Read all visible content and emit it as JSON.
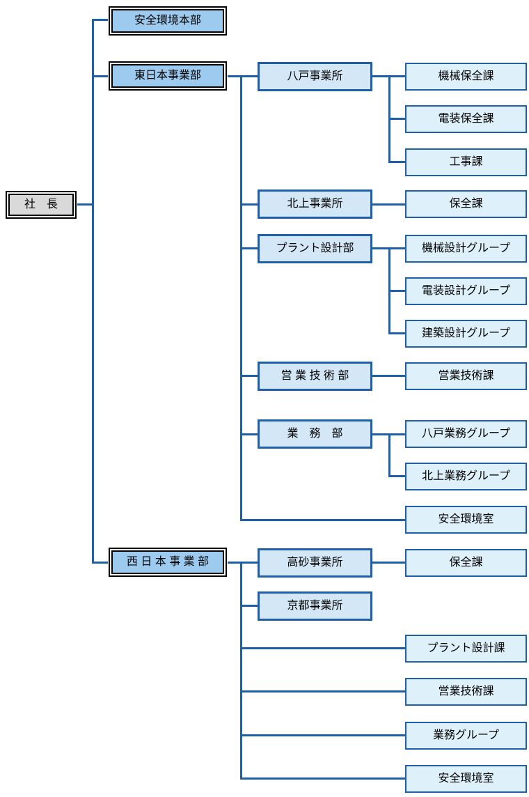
{
  "palette": {
    "line": "#1f5fa8",
    "l1_fill": "#9dcbf0",
    "l2_fill": "#d3e7f7",
    "l3_fill": "#def0fa",
    "president_fill": "#d9d9d9"
  },
  "org": {
    "president": "社　長",
    "safety_env_hq": "安全環境本部",
    "east_div": "東日本事業部",
    "west_div": "西 日 本 事 業 部",
    "east": {
      "hachinohe_office": "八戸事業所",
      "mech_maint": "機械保全課",
      "elec_maint": "電装保全課",
      "construction": "工事課",
      "kitakami_office": "北上事業所",
      "maintenance": "保全課",
      "plant_design_dept": "プラント設計部",
      "mech_design": "機械設計グループ",
      "elec_design": "電装設計グループ",
      "arch_design": "建築設計グループ",
      "sales_tech_dept": "営 業 技 術 部",
      "sales_tech_sec": "営業技術課",
      "ops_dept": "業　務　部",
      "hachinohe_ops": "八戸業務グループ",
      "kitakami_ops": "北上業務グループ",
      "safety_env_room": "安全環境室"
    },
    "west": {
      "takasago_office": "高砂事業所",
      "maintenance": "保全課",
      "kyoto_office": "京都事業所",
      "plant_design_sec": "プラント設計課",
      "sales_tech_sec": "営業技術課",
      "ops_group": "業務グループ",
      "safety_env_room": "安全環境室"
    }
  }
}
